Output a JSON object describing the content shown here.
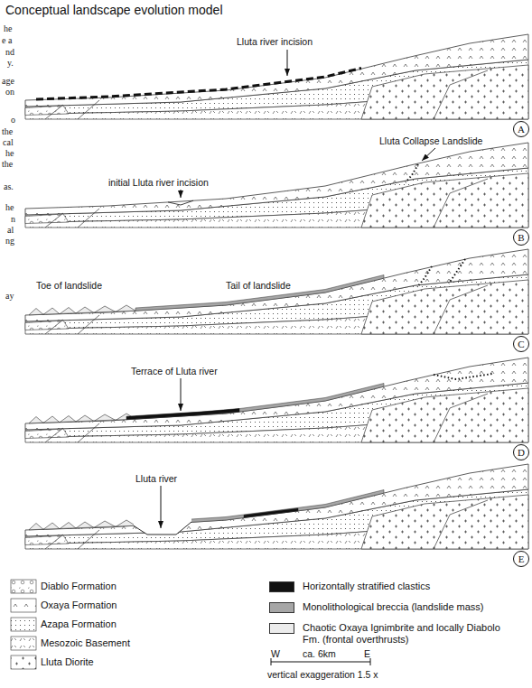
{
  "diagram": {
    "title": "Conceptual landscape evolution model",
    "nodes": [
      {
        "text": [
          "A"
        ]
      },
      {
        "text": [
          "B"
        ]
      },
      {
        "text": [
          "C"
        ]
      },
      {
        "text": [
          "D"
        ]
      },
      {
        "text": [
          "E"
        ]
      }
    ],
    "labels": [
      "he",
      "e a",
      "nd",
      "y.",
      "age",
      "on",
      "o",
      "the",
      "cal",
      "he",
      "the",
      "as.",
      "he",
      "n",
      "al",
      "ng",
      "ay",
      "Lluta river incision",
      "Lluta Collapse Landslide",
      "initial Lluta river incision",
      "Toe of landslide",
      "Tail of landslide",
      "Terrace of Lluta river",
      "Lluta river",
      "W",
      "ca. 6km",
      "E",
      "vertical exaggeration 1.5 x"
    ],
    "legend": [
      {
        "text": "Diablo Formation"
      },
      {
        "text": "Oxaya Formation"
      },
      {
        "text": "Azapa Formation"
      },
      {
        "text": "Mesozoic Basement"
      },
      {
        "text": "Lluta Diorite"
      },
      {
        "text": "Horizontally stratified clastics",
        "color": "#111111"
      },
      {
        "text": "Monolithological breccia (landslide mass)",
        "color": "#a6a6a6"
      },
      {
        "text": "Chaotic Oxaya Ignimbrite and locally Diabolo Fm. (frontal overthrusts)",
        "color": "#ececec"
      }
    ]
  }
}
